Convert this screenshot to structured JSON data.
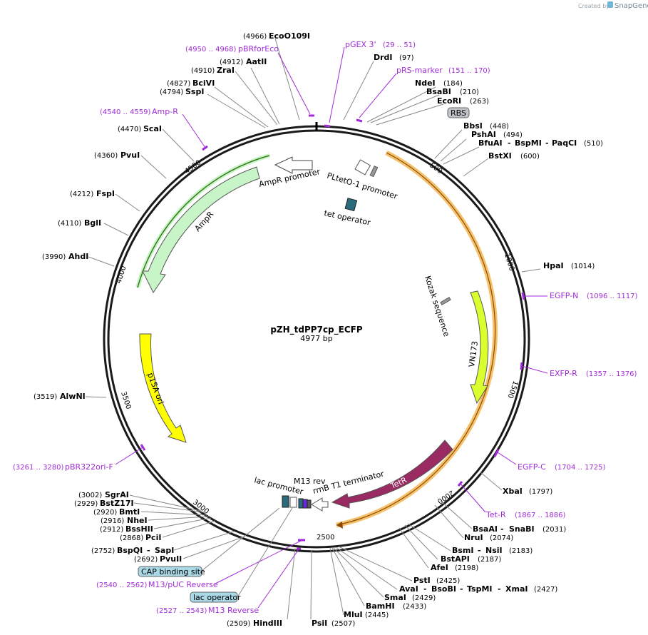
{
  "plasmid": {
    "name": "pZH_tdPP7cp_ECFP",
    "length": "4977 bp",
    "total_bp": 4977
  },
  "credit": {
    "prefix": "Created by",
    "brand": "SnapGene"
  },
  "ticks": [
    "500",
    "1000",
    "1500",
    "2000",
    "2500",
    "3000",
    "3500",
    "4000",
    "4500"
  ],
  "sites_top": [
    {
      "pos": "(4966)",
      "name": "EcoO109I"
    },
    {
      "pos": "(97)",
      "name": "DrdI"
    },
    {
      "pos": "(4912)",
      "name": "AatII"
    },
    {
      "pos": "(4910)",
      "name": "ZraI"
    },
    {
      "pos": "(184)",
      "name": "NdeI"
    },
    {
      "pos": "(210)",
      "name": "BsaBI"
    },
    {
      "pos": "(4827)",
      "name": "BciVI"
    },
    {
      "pos": "(4794)",
      "name": "SspI"
    },
    {
      "pos": "(263)",
      "name": "EcoRI"
    }
  ],
  "sites_right": [
    {
      "pos": "(448)",
      "name": "BbsI"
    },
    {
      "pos": "(494)",
      "name": "PshAI"
    },
    {
      "pos": "(510)",
      "name1": "BfuAI",
      "name2": "BspMI",
      "name3": "PaqCI"
    },
    {
      "pos": "(600)",
      "name": "BstXI"
    },
    {
      "pos": "(1014)",
      "name": "HpaI"
    },
    {
      "pos": "(1797)",
      "name": "XbaI"
    },
    {
      "pos": "(2031)",
      "name1": "BsaAI",
      "name2": "SnaBI"
    },
    {
      "pos": "(2074)",
      "name": "NruI"
    },
    {
      "pos": "(2183)",
      "name1": "BsmI",
      "name2": "NsiI"
    },
    {
      "pos": "(2187)",
      "name": "BstAPI"
    },
    {
      "pos": "(2198)",
      "name": "AfeI"
    },
    {
      "pos": "(2425)",
      "name": "PstI"
    },
    {
      "pos": "(2427)",
      "name1": "AvaI",
      "name2": "BsoBI",
      "name3": "TspMI",
      "name4": "XmaI"
    },
    {
      "pos": "(2429)",
      "name": "SmaI"
    },
    {
      "pos": "(2433)",
      "name": "BamHI"
    },
    {
      "pos": "(2445)",
      "name": "MluI"
    },
    {
      "pos": "(2507)",
      "name": "PsiI"
    }
  ],
  "sites_left": [
    {
      "pos": "(4470)",
      "name": "ScaI"
    },
    {
      "pos": "(4360)",
      "name": "PvuI"
    },
    {
      "pos": "(4212)",
      "name": "FspI"
    },
    {
      "pos": "(4110)",
      "name": "BglI"
    },
    {
      "pos": "(3990)",
      "name": "AhdI"
    },
    {
      "pos": "(3519)",
      "name": "AlwNI"
    },
    {
      "pos": "(3002)",
      "name": "SgrAI"
    },
    {
      "pos": "(2929)",
      "name": "BstZ17I"
    },
    {
      "pos": "(2920)",
      "name": "BmtI"
    },
    {
      "pos": "(2916)",
      "name": "NheI"
    },
    {
      "pos": "(2912)",
      "name": "BssHII"
    },
    {
      "pos": "(2868)",
      "name": "PciI"
    },
    {
      "pos": "(2752)",
      "name1": "BspQI",
      "name2": "SapI"
    },
    {
      "pos": "(2692)",
      "name": "PvuII"
    },
    {
      "pos": "(2509)",
      "name": "HindIII"
    }
  ],
  "primers": [
    {
      "pos": "(4950 .. 4968)",
      "name": "pBRforEco"
    },
    {
      "pos": "(29 .. 51)",
      "name": "pGEX 3'"
    },
    {
      "pos": "(151 .. 170)",
      "name": "pRS-marker"
    },
    {
      "pos": "(4540 .. 4559)",
      "name": "Amp-R"
    },
    {
      "pos": "(1096 .. 1117)",
      "name": "EGFP-N"
    },
    {
      "pos": "(1357 .. 1376)",
      "name": "EXFP-R"
    },
    {
      "pos": "(1704 .. 1725)",
      "name": "EGFP-C"
    },
    {
      "pos": "(1867 .. 1886)",
      "name": "Tet-R"
    },
    {
      "pos": "(3261 .. 3280)",
      "name": "pBR322ori-F"
    },
    {
      "pos": "(2540 .. 2562)",
      "name": "M13/pUC Reverse"
    },
    {
      "pos": "(2527 .. 2543)",
      "name": "M13 Reverse"
    }
  ],
  "badges": {
    "rbs": "RBS",
    "cap": "CAP binding site",
    "lac_operator": "lac operator"
  },
  "features": {
    "amp_promoter": "AmpR promoter",
    "ampr": "AmpR",
    "pltet": "PLtetO-1 promoter",
    "tet_operator": "tet operator",
    "kozak": "Kozak sequence",
    "vn173": "VN173",
    "p15a": "p15A ori",
    "tetr": "TetR",
    "lac_promoter": "lac promoter",
    "m13rev": "M13 rev",
    "rrnb": "rrnB T1 terminator"
  },
  "colors": {
    "backbone": "#1a1a1a",
    "primer": "#a02bd8",
    "ampr": "#c8f5c8",
    "ampr_outline": "#3a7a1a",
    "orange_highlight": "#f5c16c",
    "vn173": "#d9ff2e",
    "p15a": "#ffff00",
    "tetr": "#9a2a62",
    "badge_grey": "#c0c4c8",
    "badge_blue": "#a9d8e6"
  }
}
